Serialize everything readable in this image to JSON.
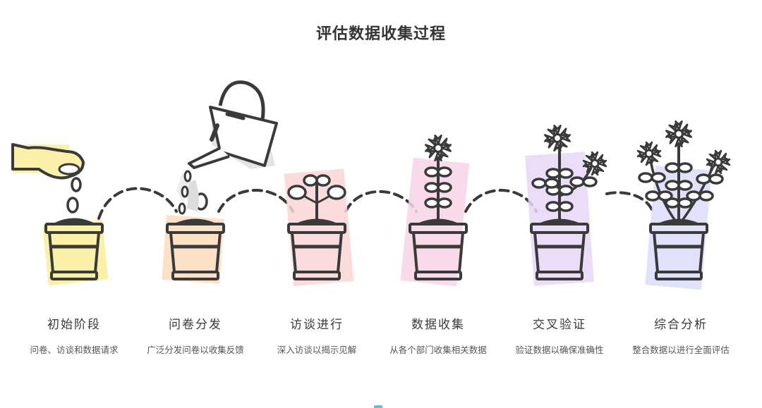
{
  "title": "评估数据收集过程",
  "stages": [
    {
      "title": "初始阶段",
      "desc": "问卷、访谈和数据请求",
      "color": "#fbf0a8"
    },
    {
      "title": "问卷分发",
      "desc": "广泛分发问卷以收集反馈",
      "color": "#fde1c6"
    },
    {
      "title": "访谈进行",
      "desc": "深入访谈以揭示见解",
      "color": "#fbd5d6"
    },
    {
      "title": "数据收集",
      "desc": "从各个部门收集相关数据",
      "color": "#f8d3e8"
    },
    {
      "title": "交叉验证",
      "desc": "验证数据以确保准确性",
      "color": "#e8d7f7"
    },
    {
      "title": "综合分析",
      "desc": "整合数据以进行全面评估",
      "color": "#dddcfb"
    }
  ],
  "icons": [
    "hand-seed-icon",
    "watering-can-icon",
    "sprout-icon",
    "flower-icon",
    "blooming-plant-icon",
    "flowering-bush-icon"
  ]
}
